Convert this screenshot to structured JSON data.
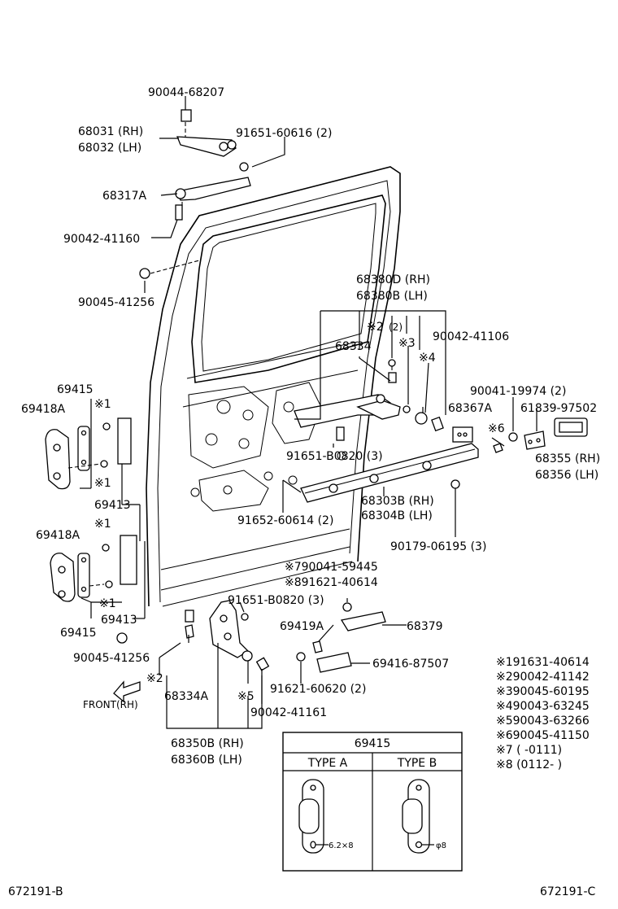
{
  "callouts": [
    {
      "id": "p90044_68207",
      "text": "90044-68207"
    },
    {
      "id": "p68031",
      "text": "68031 (RH)"
    },
    {
      "id": "p68032",
      "text": "68032 (LH)"
    },
    {
      "id": "p91651_60616",
      "text": "91651-60616 (2)"
    },
    {
      "id": "p68317A",
      "text": "68317A"
    },
    {
      "id": "p90042_41160",
      "text": "90042-41160"
    },
    {
      "id": "p90045_41256_top",
      "text": "90045-41256"
    },
    {
      "id": "p68380D",
      "text": "68380D (RH)"
    },
    {
      "id": "p68380B",
      "text": "68380B (LH)"
    },
    {
      "id": "pMark2",
      "text": "※2"
    },
    {
      "id": "pMark2qty",
      "text": "(2)"
    },
    {
      "id": "p68334",
      "text": "68334"
    },
    {
      "id": "pMark3",
      "text": "※3"
    },
    {
      "id": "p90042_41106",
      "text": "90042-41106"
    },
    {
      "id": "pMark4",
      "text": "※4"
    },
    {
      "id": "p90041_19974",
      "text": "90041-19974 (2)"
    },
    {
      "id": "p68367A",
      "text": "68367A"
    },
    {
      "id": "p61839_97502",
      "text": "61839-97502"
    },
    {
      "id": "pMark6",
      "text": "※6"
    },
    {
      "id": "p68355",
      "text": "68355 (RH)"
    },
    {
      "id": "p68356",
      "text": "68356 (LH)"
    },
    {
      "id": "p91651_B0820_a",
      "text": "91651-B0820 (3)"
    },
    {
      "id": "p68303B",
      "text": "68303B (RH)"
    },
    {
      "id": "p68304B",
      "text": "68304B (LH)"
    },
    {
      "id": "p91652_60614",
      "text": "91652-60614 (2)"
    },
    {
      "id": "p90179_06195",
      "text": "90179-06195 (3)"
    },
    {
      "id": "p69415_top",
      "text": "69415"
    },
    {
      "id": "p69418A_top",
      "text": "69418A"
    },
    {
      "id": "pMark1_a",
      "text": "※1"
    },
    {
      "id": "pMark1_b",
      "text": "※1"
    },
    {
      "id": "p69413_top",
      "text": "69413"
    },
    {
      "id": "p69418A_bot",
      "text": "69418A"
    },
    {
      "id": "pMark1_c",
      "text": "※1"
    },
    {
      "id": "pMark1_d",
      "text": "※1"
    },
    {
      "id": "p69415_bot",
      "text": "69415"
    },
    {
      "id": "p69413_bot",
      "text": "69413"
    },
    {
      "id": "p90045_41256_bot",
      "text": "90045-41256"
    },
    {
      "id": "pMark7line",
      "text": "※790041-59445"
    },
    {
      "id": "pMark8line",
      "text": "※891621-40614"
    },
    {
      "id": "p91651_B0820_b",
      "text": "91651-B0820 (3)"
    },
    {
      "id": "p69419A",
      "text": "69419A"
    },
    {
      "id": "p68379",
      "text": "68379"
    },
    {
      "id": "p69416_87507",
      "text": "69416-87507"
    },
    {
      "id": "pMark2_b",
      "text": "※2"
    },
    {
      "id": "p68334A",
      "text": "68334A"
    },
    {
      "id": "pMark5",
      "text": "※5"
    },
    {
      "id": "p91621_60620",
      "text": "91621-60620 (2)"
    },
    {
      "id": "p90042_41161",
      "text": "90042-41161"
    },
    {
      "id": "p68350B",
      "text": "68350B (RH)"
    },
    {
      "id": "p68360B",
      "text": "68360B (LH)"
    },
    {
      "id": "pFront",
      "text": "FRONT(RH)"
    }
  ],
  "legend": [
    "※191631-40614",
    "※290042-41142",
    "※390045-60195",
    "※490043-63245",
    "※590043-63266",
    "※690045-41150",
    "※7 (        -0111)",
    "※8 (0112-        )"
  ],
  "inset_table": {
    "title": "69415",
    "col_a": "TYPE  A",
    "col_b": "TYPE  B",
    "dim_a": "6.2×8",
    "dim_b": "φ8"
  },
  "footer": {
    "left": "672191-B",
    "right": "672191-C"
  }
}
